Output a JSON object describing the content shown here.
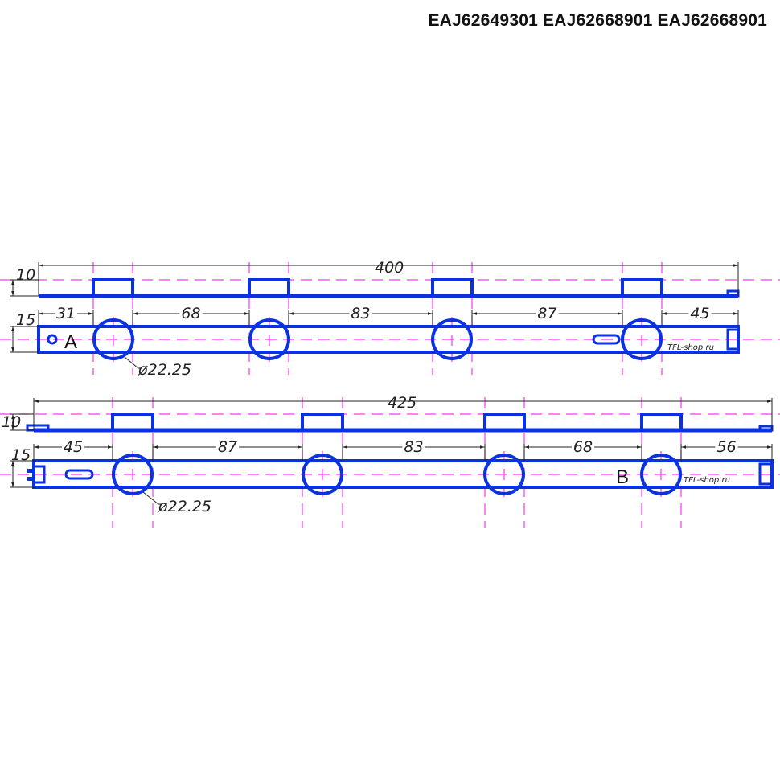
{
  "title": "EAJ62649301 EAJ62668901 EAJ62668901",
  "colors": {
    "part": "#0a32e0",
    "centerline": "#ff33ff",
    "dimension": "#222222"
  },
  "drawing_a": {
    "label": "A",
    "overall_length": "400",
    "side_height": "10",
    "width": "15",
    "spacings": [
      "31",
      "68",
      "83",
      "87",
      "45"
    ],
    "hole_diameter": "ø22.25",
    "watermark": "TFL-shop.ru"
  },
  "drawing_b": {
    "label": "B",
    "overall_length": "425",
    "side_height": "10",
    "width": "15",
    "spacings": [
      "45",
      "87",
      "83",
      "68",
      "56"
    ],
    "hole_diameter": "ø22.25",
    "watermark": "TFL-shop.ru"
  }
}
